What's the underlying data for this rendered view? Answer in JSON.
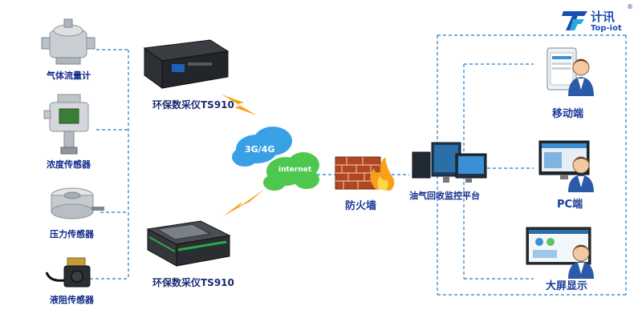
{
  "brand": {
    "name_cn": "计讯",
    "name_en": "Top-iot",
    "registered": "®"
  },
  "sensors": [
    {
      "label": "气体流量计",
      "icon": "gas-flowmeter-icon"
    },
    {
      "label": "浓度传感器",
      "icon": "concentration-sensor-icon"
    },
    {
      "label": "压力传感器",
      "icon": "pressure-sensor-icon"
    },
    {
      "label": "液阻传感器",
      "icon": "liquid-resistance-sensor-icon"
    }
  ],
  "devices": [
    {
      "label": "环保数采仪TS910"
    },
    {
      "label": "环保数采仪TS910"
    }
  ],
  "cloud": {
    "label_3g4g": "3G/4G",
    "label_internet": "internet"
  },
  "firewall": {
    "label": "防火墙"
  },
  "platform": {
    "label": "油气回收监控平台"
  },
  "clients": [
    {
      "label": "移动端"
    },
    {
      "label": "PC端"
    },
    {
      "label": "大屏显示"
    }
  ],
  "colors": {
    "line": "#1a7fd0",
    "label": "#0f2a8a",
    "lightning": "#f5a10f",
    "cloud_blue": "#3aa0e6",
    "cloud_green": "#4ec74e"
  }
}
